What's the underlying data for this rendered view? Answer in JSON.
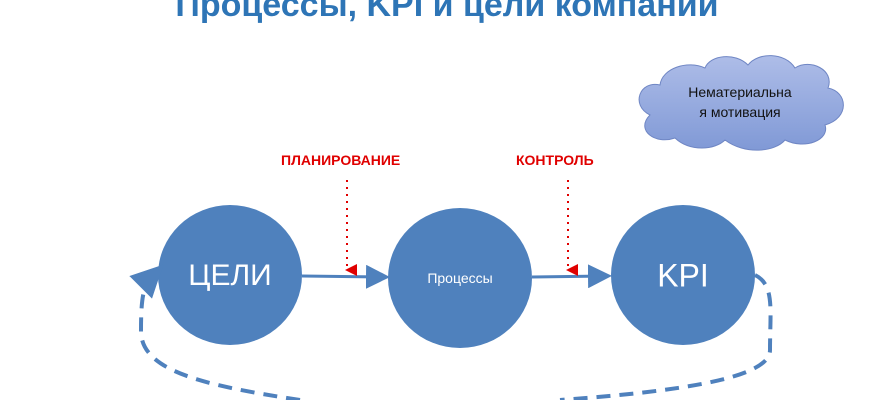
{
  "title": "Процессы, KPI и цели компании",
  "cloud": {
    "line1": "Нематериальна",
    "line2": "я мотивация"
  },
  "labels": {
    "planning": "ПЛАНИРОВАНИЕ",
    "control": "КОНТРОЛЬ"
  },
  "nodes": {
    "goals": "ЦЕЛИ",
    "processes": "Процессы",
    "kpi": "KPI"
  },
  "colors": {
    "node": "#4f81bd",
    "title": "#2e75b6",
    "accent": "#e00000",
    "cloud": "#93a9dd"
  }
}
